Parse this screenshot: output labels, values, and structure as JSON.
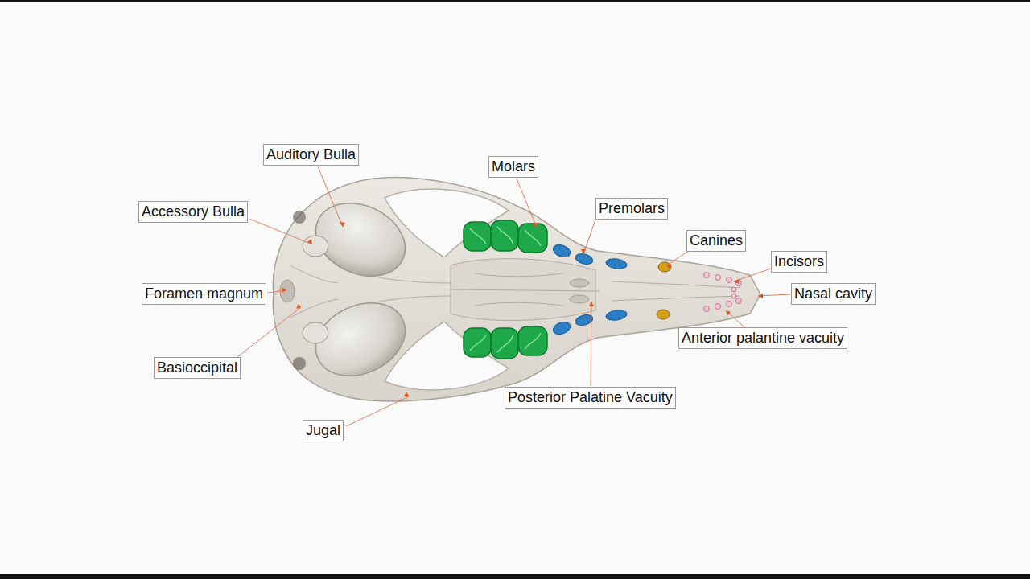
{
  "diagram": {
    "nodes": [
      {
        "text": [
          "Auditory Bulla"
        ]
      },
      {
        "text": [
          "Molars"
        ]
      },
      {
        "text": [
          "Premolars"
        ]
      },
      {
        "text": [
          "Accessory Bulla"
        ]
      },
      {
        "text": [
          "Canines"
        ]
      },
      {
        "text": [
          "Incisors"
        ]
      },
      {
        "text": [
          "Foramen magnum"
        ]
      },
      {
        "text": [
          "Nasal cavity"
        ]
      },
      {
        "text": [
          "Anterior palantine vacuity"
        ]
      },
      {
        "text": [
          "Basioccipital"
        ]
      },
      {
        "text": [
          "Posterior Palatine Vacuity"
        ]
      },
      {
        "text": [
          "Jugal"
        ]
      }
    ]
  }
}
